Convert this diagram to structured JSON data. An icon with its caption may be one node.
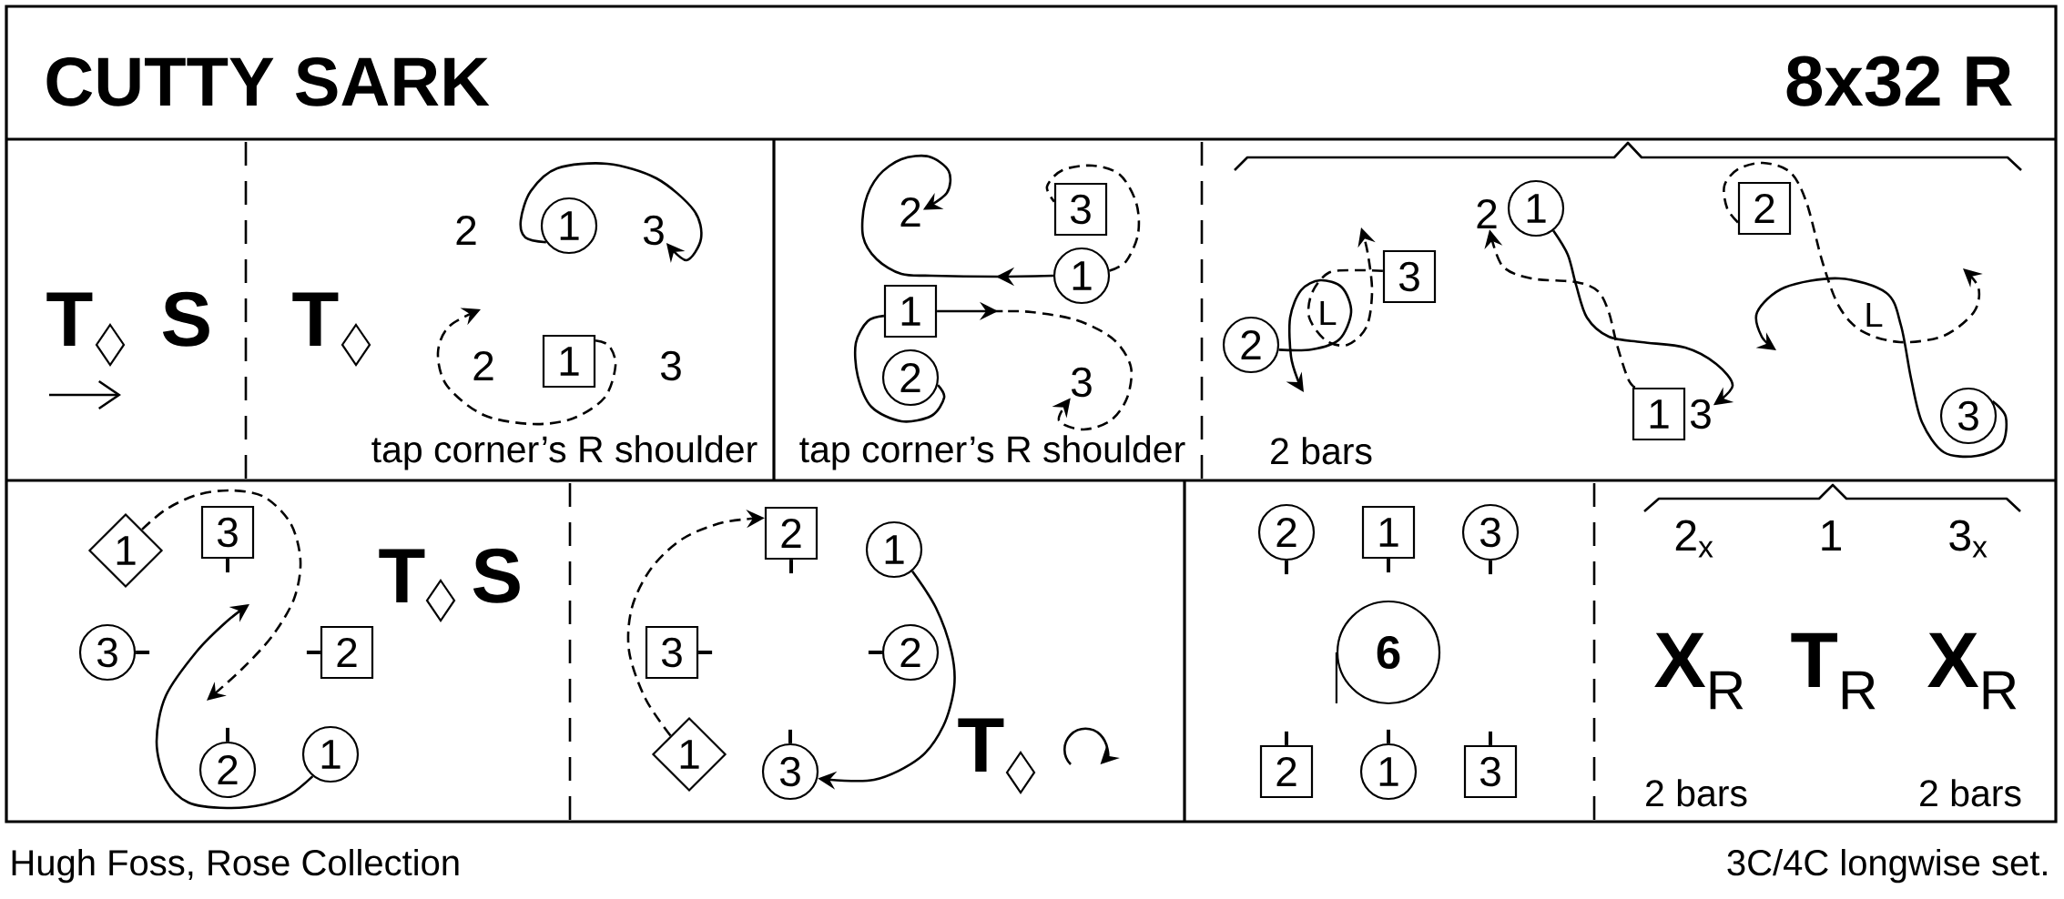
{
  "diagram": {
    "title": "CUTTY SARK",
    "nodes": [
      {
        "text": [
          "1"
        ]
      },
      {
        "text": [
          "3"
        ]
      },
      {
        "text": [
          "1"
        ]
      },
      {
        "text": [
          "2"
        ]
      },
      {
        "text": [
          "3"
        ]
      },
      {
        "text": [
          "1"
        ]
      },
      {
        "text": [
          "1"
        ]
      },
      {
        "text": [
          "2"
        ]
      },
      {
        "text": [
          "3"
        ]
      },
      {
        "text": [
          "2"
        ]
      },
      {
        "text": [
          "1"
        ]
      },
      {
        "text": [
          "2"
        ]
      },
      {
        "text": [
          "3"
        ]
      },
      {
        "text": [
          "2"
        ]
      },
      {
        "text": [
          "1"
        ]
      },
      {
        "text": [
          "3"
        ]
      },
      {
        "text": [
          "3"
        ]
      },
      {
        "text": [
          "1"
        ]
      },
      {
        "text": [
          "3"
        ]
      },
      {
        "text": [
          "3"
        ]
      },
      {
        "text": [
          "2"
        ]
      },
      {
        "text": [
          "2"
        ]
      },
      {
        "text": [
          "1"
        ]
      },
      {
        "text": [
          "2"
        ]
      },
      {
        "text": [
          "1"
        ]
      },
      {
        "text": [
          "3"
        ]
      },
      {
        "text": [
          "2"
        ]
      },
      {
        "text": [
          "1"
        ]
      },
      {
        "text": [
          "3"
        ]
      },
      {
        "text": [
          "2"
        ]
      },
      {
        "text": [
          "1"
        ]
      },
      {
        "text": [
          "3"
        ]
      },
      {
        "text": [
          "6"
        ]
      },
      {
        "text": [
          "2"
        ]
      },
      {
        "text": [
          "1"
        ]
      },
      {
        "text": [
          "3"
        ]
      }
    ],
    "edges": [
      {
        "from": 0,
        "to": 1,
        "arrow": "to"
      },
      {
        "from": 2,
        "to": null,
        "arrow": "to",
        "style": "dashed"
      },
      {
        "from": 5,
        "to": 3,
        "arrow": "to"
      },
      {
        "from": 5,
        "to": 4,
        "arrow": "none",
        "style": "dashed"
      },
      {
        "from": 6,
        "to": 8,
        "arrow": "to",
        "style": "dashed"
      },
      {
        "from": 6,
        "to": 7,
        "arrow": "none"
      },
      {
        "from": 13,
        "to": null,
        "arrow": "to"
      },
      {
        "from": 12,
        "to": null,
        "arrow": "to",
        "style": "dashed"
      },
      {
        "from": 10,
        "to": 15,
        "arrow": "to"
      },
      {
        "from": 14,
        "to": 9,
        "arrow": "to",
        "style": "dashed"
      },
      {
        "from": 11,
        "to": null,
        "arrow": "to",
        "style": "dashed"
      },
      {
        "from": 16,
        "to": null,
        "arrow": "to"
      },
      {
        "from": 17,
        "to": null,
        "arrow": "to",
        "style": "dashed"
      },
      {
        "from": 22,
        "to": null,
        "arrow": "to"
      },
      {
        "from": 27,
        "to": 23,
        "arrow": "to",
        "style": "dashed"
      },
      {
        "from": 24,
        "to": 28,
        "arrow": "to"
      }
    ],
    "labels": [
      "8x32 R",
      "T",
      "S",
      "T",
      "2",
      "2",
      "3",
      "tap corner’s R shoulder",
      "tap corner’s R shoulder",
      "L",
      "L",
      "2 bars",
      "T",
      "S",
      "T",
      "2$_{x}$",
      "1",
      "3$_{x}$",
      "**X**$_{R}$",
      "**T**$_{R}$",
      "**X**$_{R}$",
      "2 bars",
      "2 bars",
      "Hugh Foss, Rose Collection",
      "3C/4C longwise set."
    ]
  }
}
